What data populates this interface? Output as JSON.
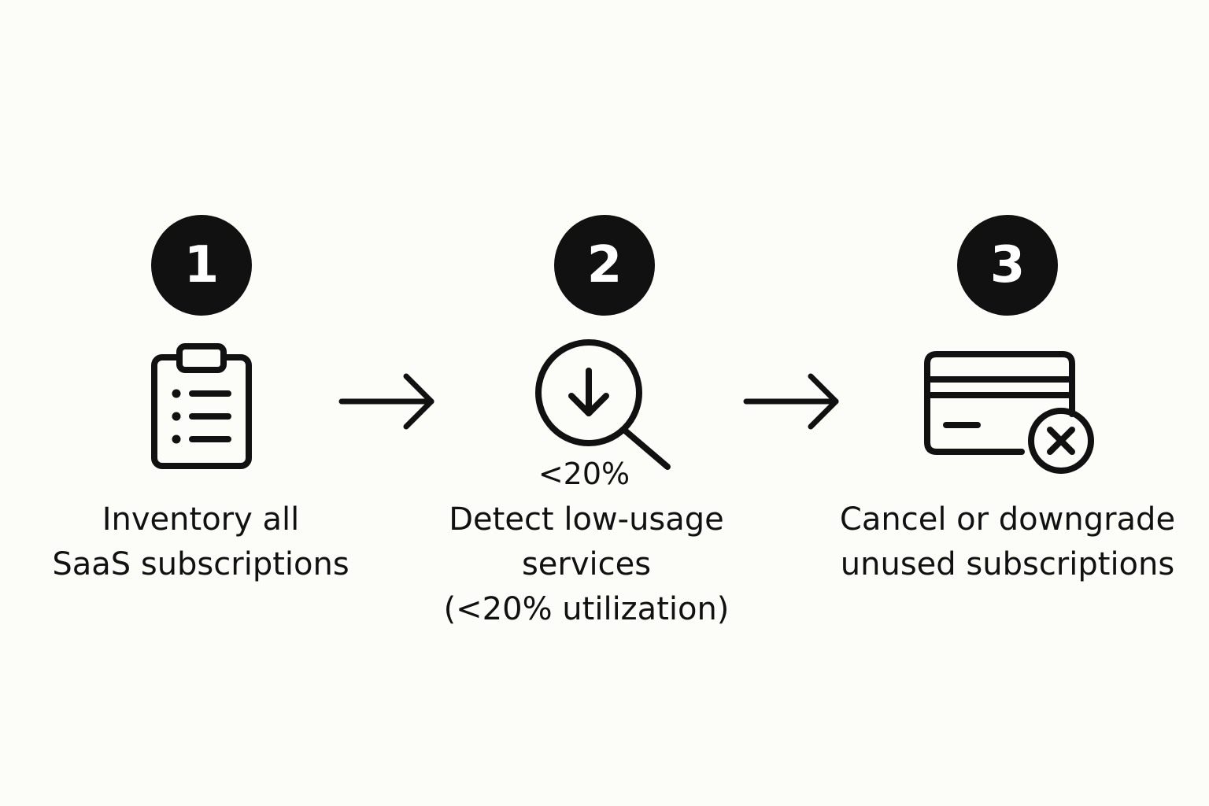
{
  "steps": [
    {
      "number": "1",
      "icon": "clipboard-list-icon",
      "label_lines": [
        "Inventory all",
        "SaaS subscriptions"
      ]
    },
    {
      "number": "2",
      "icon": "magnifier-down-arrow-icon",
      "icon_caption": "<20%",
      "label_lines": [
        "Detect low-usage",
        "services",
        "(<20% utilization)"
      ]
    },
    {
      "number": "3",
      "icon": "credit-card-cancel-icon",
      "label_lines": [
        "Cancel or downgrade",
        "unused subscriptions"
      ]
    }
  ],
  "connectors": [
    "arrow-right-icon",
    "arrow-right-icon"
  ],
  "colors": {
    "background": "#fcfcf8",
    "ink": "#111111",
    "badge_text": "#ffffff"
  }
}
